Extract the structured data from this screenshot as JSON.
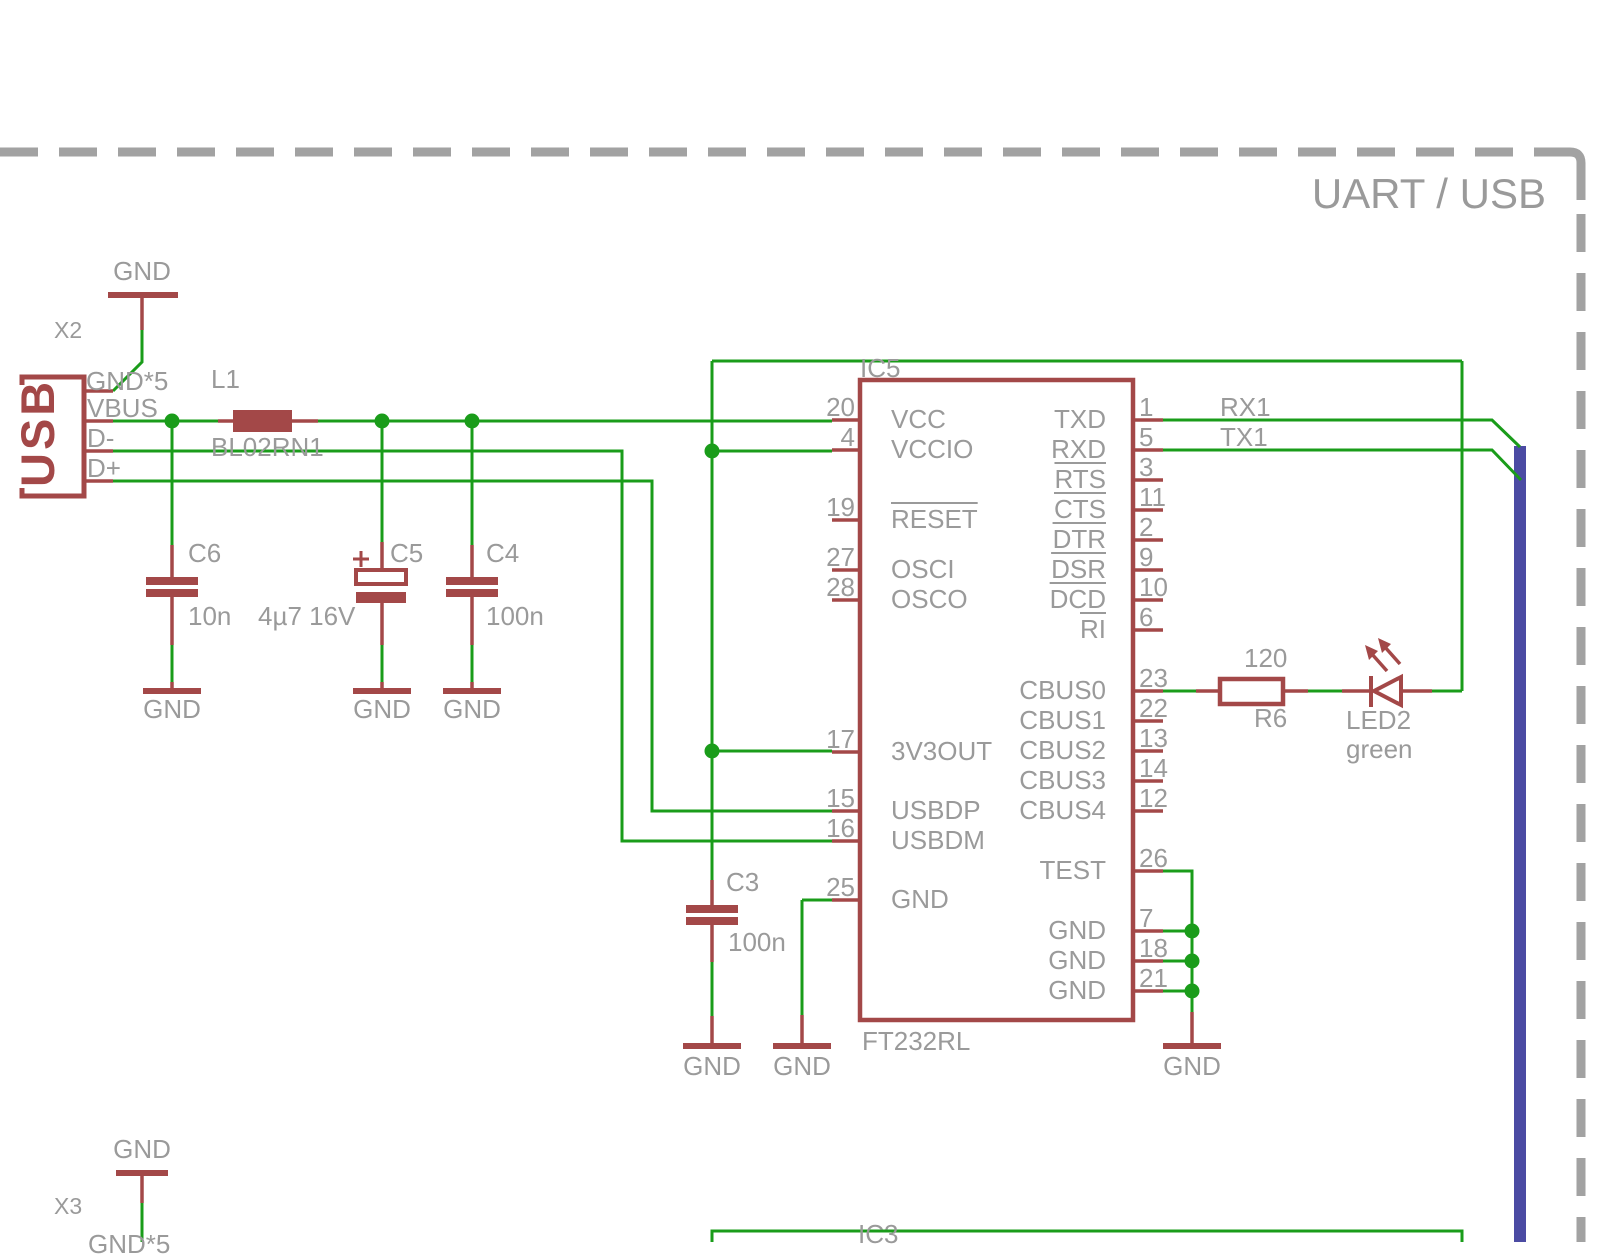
{
  "colors": {
    "wire": "#1a9c1a",
    "comp": "#a34848",
    "text": "#9a9a9a",
    "border": "#a2a2a2",
    "bus": "#4b4ba3"
  },
  "frame": {
    "title": "UART / USB"
  },
  "power": {
    "gnd": "GND"
  },
  "usb": {
    "ref": "X2",
    "label": "USB",
    "pins": {
      "gnd": "GND*5",
      "vbus": "VBUS",
      "dm": "D-",
      "dp": "D+"
    }
  },
  "l1": {
    "ref": "L1",
    "value": "BL02RN1"
  },
  "c6": {
    "ref": "C6",
    "value": "10n"
  },
  "c5": {
    "ref": "C5",
    "value": "4µ7 16V"
  },
  "c4": {
    "ref": "C4",
    "value": "100n"
  },
  "c3": {
    "ref": "C3",
    "value": "100n"
  },
  "r6": {
    "ref": "R6",
    "value": "120"
  },
  "led2": {
    "ref": "LED2",
    "value": "green"
  },
  "nets": {
    "rx": "RX1",
    "tx": "TX1"
  },
  "ic5": {
    "ref": "IC5",
    "part": "FT232RL",
    "left": [
      {
        "n": "20",
        "l": "VCC"
      },
      {
        "n": "4",
        "l": "VCCIO"
      },
      {
        "n": "19",
        "l": "RESET"
      },
      {
        "n": "27",
        "l": "OSCI"
      },
      {
        "n": "28",
        "l": "OSCO"
      },
      {
        "n": "17",
        "l": "3V3OUT"
      },
      {
        "n": "15",
        "l": "USBDP"
      },
      {
        "n": "16",
        "l": "USBDM"
      },
      {
        "n": "25",
        "l": "GND"
      }
    ],
    "right": [
      {
        "n": "1",
        "l": "TXD"
      },
      {
        "n": "5",
        "l": "RXD"
      },
      {
        "n": "3",
        "l": "RTS"
      },
      {
        "n": "11",
        "l": "CTS"
      },
      {
        "n": "2",
        "l": "DTR"
      },
      {
        "n": "9",
        "l": "DSR"
      },
      {
        "n": "10",
        "l": "DCD"
      },
      {
        "n": "6",
        "l": "RI"
      },
      {
        "n": "23",
        "l": "CBUS0"
      },
      {
        "n": "22",
        "l": "CBUS1"
      },
      {
        "n": "13",
        "l": "CBUS2"
      },
      {
        "n": "14",
        "l": "CBUS3"
      },
      {
        "n": "12",
        "l": "CBUS4"
      },
      {
        "n": "26",
        "l": "TEST"
      },
      {
        "n": "7",
        "l": "GND"
      },
      {
        "n": "18",
        "l": "GND"
      },
      {
        "n": "21",
        "l": "GND"
      }
    ]
  },
  "x3": {
    "ref": "X3",
    "pin": "GND*5"
  },
  "ic3": {
    "ref": "IC3"
  }
}
